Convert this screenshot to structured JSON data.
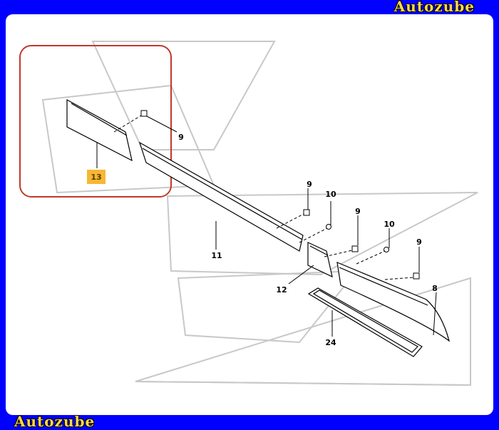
{
  "watermark": {
    "top": "Autozube",
    "bottom": "Autozube"
  },
  "colors": {
    "background": "#0000ff",
    "brand": "#ffd84a",
    "highlight_box": "#c0392b",
    "highlight_label": "#f7b733",
    "watermark_shapes": "#c8c8c8"
  },
  "callouts": {
    "c13": "13",
    "c9a": "9",
    "c9b": "9",
    "c9c": "9",
    "c9d": "9",
    "c10a": "10",
    "c10b": "10",
    "c11": "11",
    "c12": "12",
    "c8": "8",
    "c24": "24"
  },
  "highlighted_part": "13"
}
